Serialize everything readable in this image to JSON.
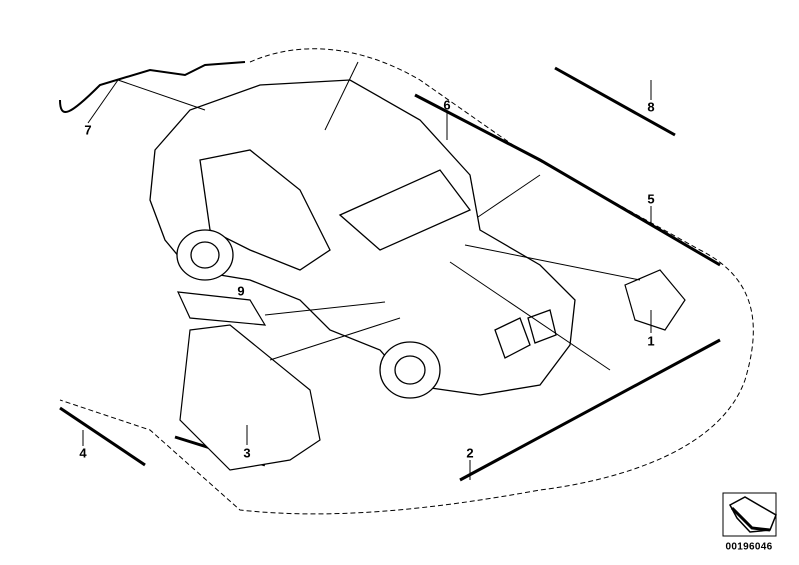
{
  "diagram": {
    "callouts": [
      {
        "id": "1",
        "label": "1"
      },
      {
        "id": "2",
        "label": "2"
      },
      {
        "id": "3",
        "label": "3"
      },
      {
        "id": "4",
        "label": "4"
      },
      {
        "id": "5",
        "label": "5"
      },
      {
        "id": "6",
        "label": "6"
      },
      {
        "id": "7",
        "label": "7"
      },
      {
        "id": "8",
        "label": "8"
      },
      {
        "id": "9",
        "label": "9"
      }
    ],
    "diagram_code": "00196046"
  }
}
